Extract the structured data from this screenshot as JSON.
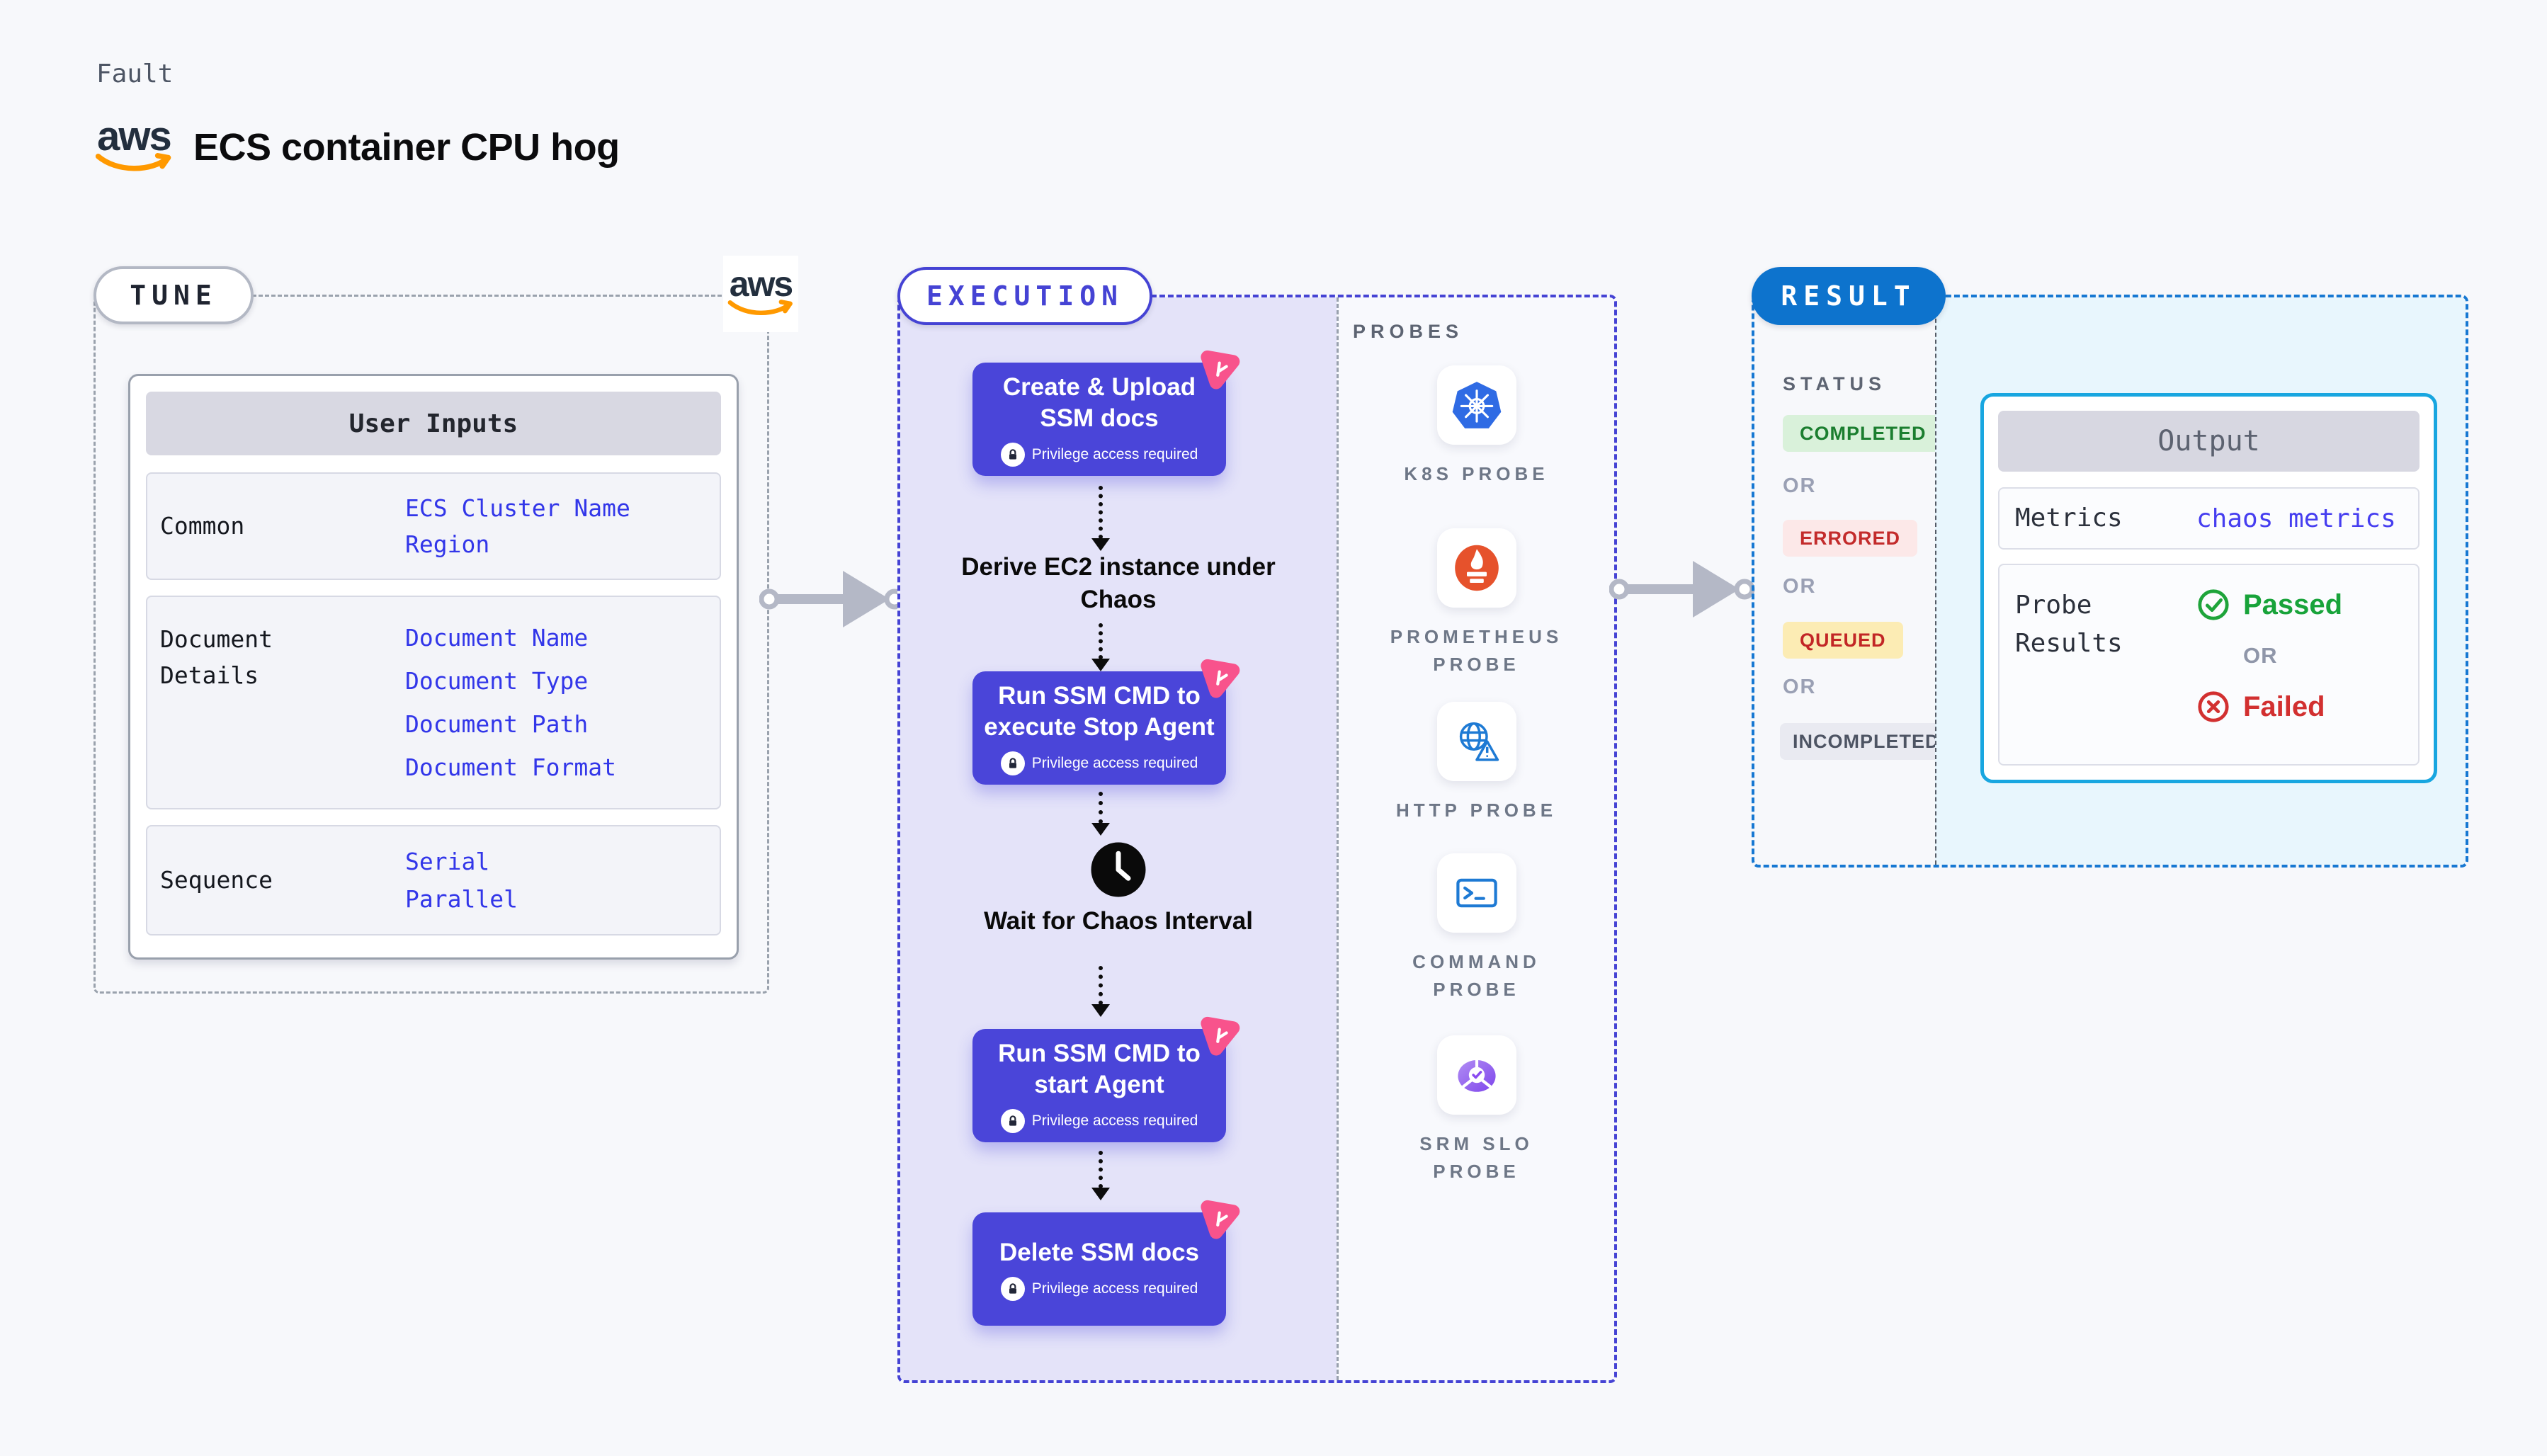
{
  "header": {
    "eyebrow": "Fault",
    "title": "ECS container CPU hog",
    "aws": "aws"
  },
  "tune": {
    "label": "TUNE",
    "aws": "aws",
    "user_inputs": {
      "header": "User Inputs",
      "rows": [
        {
          "label": "Common",
          "values": [
            "ECS Cluster Name",
            "Region"
          ]
        },
        {
          "label": "Document Details",
          "values": [
            "Document Name",
            "Document Type",
            "Document Path",
            "Document Format"
          ]
        },
        {
          "label": "Sequence",
          "values": [
            "Serial",
            "Parallel"
          ]
        }
      ]
    }
  },
  "execution": {
    "label": "EXECUTION",
    "steps": [
      {
        "title": "Create & Upload SSM docs",
        "badge": "Privilege access required"
      },
      {
        "title": "Derive EC2 instance under Chaos"
      },
      {
        "title": "Run SSM CMD to execute Stop Agent",
        "badge": "Privilege access required"
      },
      {
        "title": "Wait for Chaos Interval"
      },
      {
        "title": "Run SSM CMD to start Agent",
        "badge": "Privilege access required"
      },
      {
        "title": "Delete SSM docs",
        "badge": "Privilege access required"
      }
    ],
    "probes": {
      "label": "PROBES",
      "items": [
        {
          "name": "K8S PROBE",
          "icon": "kubernetes-icon"
        },
        {
          "name": "PROMETHEUS PROBE",
          "icon": "prometheus-icon"
        },
        {
          "name": "HTTP PROBE",
          "icon": "http-probe-icon"
        },
        {
          "name": "COMMAND PROBE",
          "icon": "command-probe-icon"
        },
        {
          "name": "SRM SLO PROBE",
          "icon": "srm-slo-probe-icon"
        }
      ]
    }
  },
  "result": {
    "label": "RESULT",
    "status": {
      "label": "STATUS",
      "or": "OR",
      "badges": [
        {
          "text": "COMPLETED",
          "state": "completed"
        },
        {
          "text": "ERRORED",
          "state": "errored"
        },
        {
          "text": "QUEUED",
          "state": "queued"
        },
        {
          "text": "INCOMPLETED",
          "state": "incompleted"
        }
      ]
    },
    "output": {
      "header": "Output",
      "metrics_label": "Metrics",
      "metrics_value": "chaos metrics",
      "probe_results_label": "Probe Results",
      "passed": "Passed",
      "or": "OR",
      "failed": "Failed"
    }
  },
  "colors": {
    "accent_indigo": "#4543d4",
    "step_bg": "#4a45d9",
    "lavender": "#e4e3f9",
    "result_blue": "#0d73cd",
    "result_border": "#1778d2",
    "output_border": "#18a6e0",
    "value_blue": "#3236e9",
    "metrics_blue": "#463ef0",
    "pink": "#f8538c",
    "aws_orange": "#ff9900",
    "green": "#18a33a",
    "red": "#d23030",
    "completed_bg": "#d9f1da",
    "errored_bg": "#fce8e8",
    "queued_bg": "#fcecb4",
    "incompleted_bg": "#e9eaf1"
  }
}
